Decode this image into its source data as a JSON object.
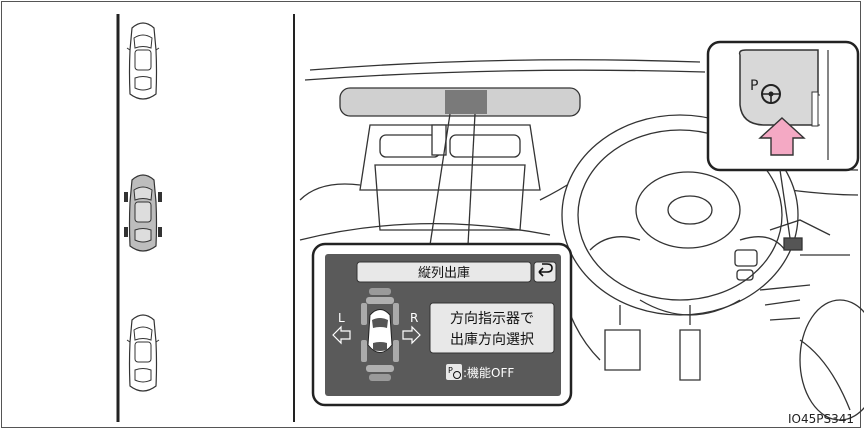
{
  "screen": {
    "title": "縦列出庫",
    "back_icon": "return-arrow-icon",
    "left_label": "L",
    "right_label": "R",
    "instruction_line1": "方向指示器で",
    "instruction_line2": "出庫方向選択",
    "function_off": ":機能OFF",
    "p_icon_letter": "P"
  },
  "switch": {
    "p_letter": "P"
  },
  "figure_id": "IO45PS341",
  "colors": {
    "arrow_pink": "#f4a9c4",
    "screen_bg": "#5a5a5a",
    "panel_light": "#e8e8e8",
    "car_gray": "#bdbdbd"
  }
}
